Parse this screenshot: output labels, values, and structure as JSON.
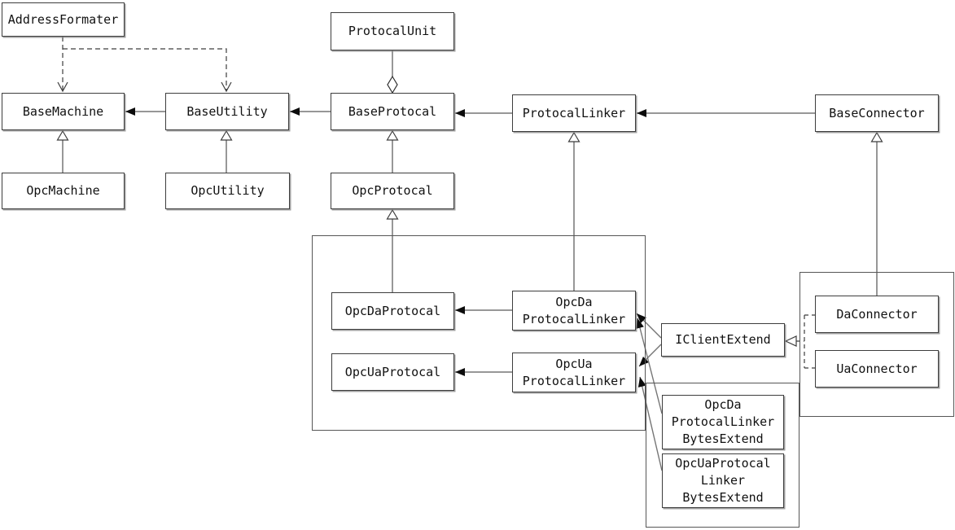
{
  "diagram": {
    "type": "uml-class-diagram",
    "nodes": {
      "address_formater": {
        "label": "AddressFormater"
      },
      "protocal_unit": {
        "label": "ProtocalUnit"
      },
      "base_machine": {
        "label": "BaseMachine"
      },
      "base_utility": {
        "label": "BaseUtility"
      },
      "base_protocal": {
        "label": "BaseProtocal"
      },
      "protocal_linker": {
        "label": "ProtocalLinker"
      },
      "base_connector": {
        "label": "BaseConnector"
      },
      "opc_machine": {
        "label": "OpcMachine"
      },
      "opc_utility": {
        "label": "OpcUtility"
      },
      "opc_protocal": {
        "label": "OpcProtocal"
      },
      "opcda_protocal": {
        "label": "OpcDaProtocal"
      },
      "opcda_protocal_linker": {
        "label": "OpcDa\nProtocalLinker"
      },
      "opcua_protocal": {
        "label": "OpcUaProtocal"
      },
      "opcua_protocal_linker": {
        "label": "OpcUa\nProtocalLinker"
      },
      "iclient_extend": {
        "label": "IClientExtend"
      },
      "da_connector": {
        "label": "DaConnector"
      },
      "ua_connector": {
        "label": "UaConnector"
      },
      "opcda_linker_bytes": {
        "label": "OpcDa\nProtocalLinker\nBytesExtend"
      },
      "opcua_linker_bytes": {
        "label": "OpcUaProtocal\nLinker\nBytesExtend"
      }
    },
    "edges": [
      {
        "from": "BaseUtility",
        "to": "BaseMachine",
        "type": "association"
      },
      {
        "from": "BaseProtocal",
        "to": "BaseUtility",
        "type": "association"
      },
      {
        "from": "ProtocalLinker",
        "to": "BaseProtocal",
        "type": "association"
      },
      {
        "from": "BaseConnector",
        "to": "ProtocalLinker",
        "type": "association"
      },
      {
        "from": "AddressFormater",
        "to": "BaseMachine",
        "type": "dependency-dashed"
      },
      {
        "from": "AddressFormater",
        "to": "BaseUtility",
        "type": "dependency-dashed"
      },
      {
        "from": "ProtocalUnit",
        "to": "BaseProtocal",
        "type": "aggregation"
      },
      {
        "from": "OpcMachine",
        "to": "BaseMachine",
        "type": "inheritance"
      },
      {
        "from": "OpcUtility",
        "to": "BaseUtility",
        "type": "inheritance"
      },
      {
        "from": "OpcProtocal",
        "to": "BaseProtocal",
        "type": "inheritance"
      },
      {
        "from": "OpcDaProtocal",
        "to": "OpcProtocal",
        "type": "inheritance"
      },
      {
        "from": "OpcDaProtocalLinker",
        "to": "ProtocalLinker",
        "type": "inheritance"
      },
      {
        "from": "DaConnector",
        "to": "BaseConnector",
        "type": "inheritance"
      },
      {
        "from": "OpcDaProtocalLinker",
        "to": "OpcDaProtocal",
        "type": "association"
      },
      {
        "from": "OpcUaProtocalLinker",
        "to": "OpcUaProtocal",
        "type": "association"
      },
      {
        "from": "IClientExtend",
        "to": "OpcDaProtocalLinker",
        "type": "association"
      },
      {
        "from": "IClientExtend",
        "to": "OpcUaProtocalLinker",
        "type": "association"
      },
      {
        "from": "OpcDaProtocalLinkerBytesExtend",
        "to": "OpcDaProtocalLinker",
        "type": "association"
      },
      {
        "from": "OpcUaProtocalLinkerBytesExtend",
        "to": "OpcUaProtocalLinker",
        "type": "association"
      },
      {
        "from": "DaConnector",
        "to": "IClientExtend",
        "type": "realization-dashed"
      },
      {
        "from": "UaConnector",
        "to": "IClientExtend",
        "type": "realization-dashed"
      }
    ],
    "colors": {
      "line_gray": "#757575",
      "line_dark": "#3d3d3d",
      "arrow_fill": "#0c0c0c",
      "box_border": "#3d3d3d",
      "background": "#ffffff"
    }
  }
}
